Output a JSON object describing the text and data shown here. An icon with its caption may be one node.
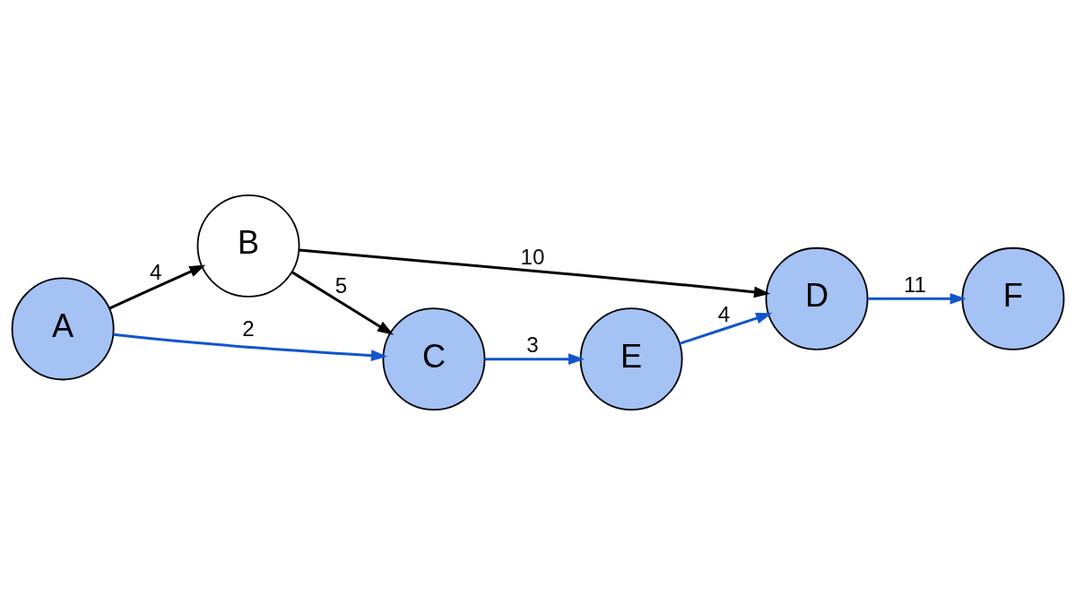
{
  "diagram": {
    "nodes": [
      {
        "text": [
          "A"
        ]
      },
      {
        "text": [
          "B"
        ]
      },
      {
        "text": [
          "C"
        ]
      },
      {
        "text": [
          "D"
        ]
      },
      {
        "text": [
          "E"
        ]
      },
      {
        "text": [
          "F"
        ]
      }
    ],
    "edges": [
      {
        "from": 0,
        "to": 1,
        "arrow": "to",
        "label": "4",
        "color": "#000000"
      },
      {
        "from": 0,
        "to": 2,
        "arrow": "to",
        "label": "2"
      },
      {
        "from": 1,
        "to": 3,
        "arrow": "to",
        "label": "10",
        "color": "#000000"
      },
      {
        "from": 1,
        "to": 2,
        "arrow": "to",
        "label": "5",
        "color": "#000000"
      },
      {
        "from": 2,
        "to": 4,
        "arrow": "to",
        "label": "3"
      },
      {
        "from": 4,
        "to": 3,
        "arrow": "to",
        "label": "4"
      },
      {
        "from": 3,
        "to": 5,
        "arrow": "to",
        "label": "11"
      }
    ]
  }
}
